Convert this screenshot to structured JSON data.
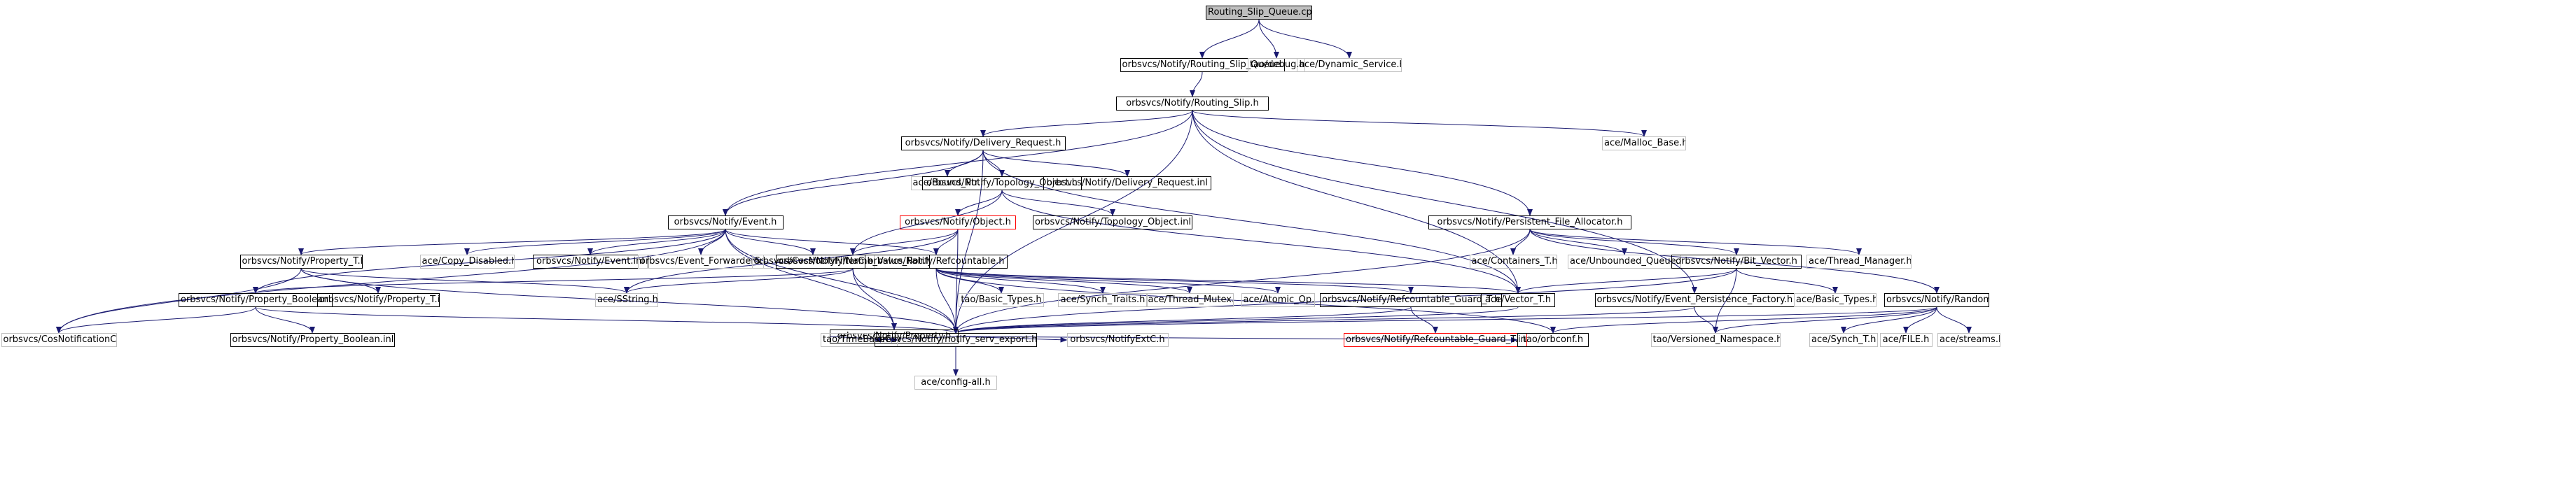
{
  "colors": {
    "edge": "#191970",
    "border_normal": "#000000",
    "border_leaf": "#c0c0c0",
    "border_missing": "#ff0000",
    "root_fill": "#bfbfbf"
  },
  "nodes": [
    {
      "id": "n0",
      "label": "Routing_Slip_Queue.cpp",
      "style": "root"
    },
    {
      "id": "n1",
      "label": "orbsvcs/Notify/Routing_Slip_Queue.h",
      "style": "normal"
    },
    {
      "id": "n2",
      "label": "tao/debug.h",
      "style": "leaf"
    },
    {
      "id": "n3",
      "label": "ace/Dynamic_Service.h",
      "style": "leaf"
    },
    {
      "id": "n4",
      "label": "orbsvcs/Notify/Routing_Slip.h",
      "style": "normal"
    },
    {
      "id": "n5",
      "label": "orbsvcs/Notify/Delivery_Request.h",
      "style": "normal"
    },
    {
      "id": "n6",
      "label": "ace/Malloc_Base.h",
      "style": "leaf"
    },
    {
      "id": "n7",
      "label": "ace/Bound_Ptr.h",
      "style": "leaf"
    },
    {
      "id": "n8",
      "label": "orbsvcs/Notify/Topology_Object.h",
      "style": "normal"
    },
    {
      "id": "n9",
      "label": "orbsvcs/Notify/Delivery_Request.inl",
      "style": "normal"
    },
    {
      "id": "n10",
      "label": "orbsvcs/Notify/Object.h",
      "style": "missing"
    },
    {
      "id": "n11",
      "label": "orbsvcs/Notify/Topology_Object.inl",
      "style": "normal"
    },
    {
      "id": "n12",
      "label": "orbsvcs/Notify/Persistent_File_Allocator.h",
      "style": "normal"
    },
    {
      "id": "n13",
      "label": "orbsvcs/Notify/Event.h",
      "style": "normal"
    },
    {
      "id": "n14",
      "label": "ace/Copy_Disabled.h",
      "style": "leaf"
    },
    {
      "id": "n15",
      "label": "orbsvcs/Notify/Event.inl",
      "style": "normal"
    },
    {
      "id": "n16",
      "label": "orbsvcs/Event_ForwarderS.h",
      "style": "leaf"
    },
    {
      "id": "n17",
      "label": "orbsvcs/CosNotifyFilterC.h",
      "style": "leaf"
    },
    {
      "id": "n18",
      "label": "orbsvcs/Notify/Refcountable.h",
      "style": "normal"
    },
    {
      "id": "n19",
      "label": "ace/Containers_T.h",
      "style": "leaf"
    },
    {
      "id": "n20",
      "label": "ace/Unbounded_Queue.h",
      "style": "leaf"
    },
    {
      "id": "n21",
      "label": "orbsvcs/Notify/Bit_Vector.h",
      "style": "normal"
    },
    {
      "id": "n22",
      "label": "ace/Thread_Manager.h",
      "style": "leaf"
    },
    {
      "id": "n23",
      "label": "orbsvcs/Notify/Property_T.h",
      "style": "normal"
    },
    {
      "id": "n24",
      "label": "orbsvcs/Notify/Name_Value_Pair.h",
      "style": "normal"
    },
    {
      "id": "n25",
      "label": "orbsvcs/Notify/Property_Boolean.h",
      "style": "normal"
    },
    {
      "id": "n26",
      "label": "orbsvcs/Notify/Property_T.inl",
      "style": "normal"
    },
    {
      "id": "n27",
      "label": "ace/SString.h",
      "style": "leaf"
    },
    {
      "id": "n28",
      "label": "tao/Basic_Types.h",
      "style": "leaf"
    },
    {
      "id": "n29",
      "label": "ace/Synch_Traits.h",
      "style": "leaf"
    },
    {
      "id": "n30",
      "label": "ace/Thread_Mutex.h",
      "style": "leaf"
    },
    {
      "id": "n31",
      "label": "ace/Atomic_Op.h",
      "style": "leaf"
    },
    {
      "id": "n32",
      "label": "orbsvcs/Notify/Refcountable_Guard_T.h",
      "style": "normal"
    },
    {
      "id": "n33",
      "label": "ace/Vector_T.h",
      "style": "normal"
    },
    {
      "id": "n34",
      "label": "orbsvcs/Notify/Event_Persistence_Factory.h",
      "style": "normal"
    },
    {
      "id": "n35",
      "label": "ace/Basic_Types.h",
      "style": "leaf"
    },
    {
      "id": "n36",
      "label": "orbsvcs/Notify/Random_File.h",
      "style": "normal"
    },
    {
      "id": "n37",
      "label": "orbsvcs/Notify/Property.h",
      "style": "normal"
    },
    {
      "id": "n38",
      "label": "orbsvcs/CosNotificationC.h",
      "style": "leaf"
    },
    {
      "id": "n39",
      "label": "orbsvcs/Notify/Property_Boolean.inl",
      "style": "normal"
    },
    {
      "id": "n40",
      "label": "tao/TimeBaseC.h",
      "style": "leaf"
    },
    {
      "id": "n41",
      "label": "orbsvcs/Notify/notify_serv_export.h",
      "style": "normal"
    },
    {
      "id": "n42",
      "label": "orbsvcs/NotifyExtC.h",
      "style": "leaf"
    },
    {
      "id": "n43",
      "label": "orbsvcs/Notify/Refcountable_Guard_T.inl",
      "style": "missing"
    },
    {
      "id": "n44",
      "label": "tao/orbconf.h",
      "style": "normal"
    },
    {
      "id": "n45",
      "label": "tao/Versioned_Namespace.h",
      "style": "leaf"
    },
    {
      "id": "n46",
      "label": "ace/Synch_T.h",
      "style": "leaf"
    },
    {
      "id": "n47",
      "label": "ace/FILE.h",
      "style": "leaf"
    },
    {
      "id": "n48",
      "label": "ace/streams.h",
      "style": "leaf"
    },
    {
      "id": "n49",
      "label": "ace/config-all.h",
      "style": "leaf"
    }
  ],
  "edges": [
    [
      "n0",
      "n1"
    ],
    [
      "n0",
      "n2"
    ],
    [
      "n0",
      "n3"
    ],
    [
      "n1",
      "n4"
    ],
    [
      "n4",
      "n5"
    ],
    [
      "n4",
      "n6"
    ],
    [
      "n4",
      "n12"
    ],
    [
      "n4",
      "n13"
    ],
    [
      "n4",
      "n33"
    ],
    [
      "n4",
      "n34"
    ],
    [
      "n4",
      "n41"
    ],
    [
      "n5",
      "n7"
    ],
    [
      "n5",
      "n8"
    ],
    [
      "n5",
      "n9"
    ],
    [
      "n5",
      "n13"
    ],
    [
      "n5",
      "n33"
    ],
    [
      "n5",
      "n41"
    ],
    [
      "n8",
      "n10"
    ],
    [
      "n8",
      "n11"
    ],
    [
      "n8",
      "n24"
    ],
    [
      "n8",
      "n33"
    ],
    [
      "n10",
      "n18"
    ],
    [
      "n10",
      "n24"
    ],
    [
      "n10",
      "n27"
    ],
    [
      "n10",
      "n41"
    ],
    [
      "n13",
      "n14"
    ],
    [
      "n13",
      "n15"
    ],
    [
      "n13",
      "n16"
    ],
    [
      "n13",
      "n17"
    ],
    [
      "n13",
      "n18"
    ],
    [
      "n13",
      "n23"
    ],
    [
      "n13",
      "n25"
    ],
    [
      "n13",
      "n37"
    ],
    [
      "n13",
      "n38"
    ],
    [
      "n13",
      "n41"
    ],
    [
      "n18",
      "n28"
    ],
    [
      "n18",
      "n29"
    ],
    [
      "n18",
      "n30"
    ],
    [
      "n18",
      "n31"
    ],
    [
      "n18",
      "n32"
    ],
    [
      "n18",
      "n33"
    ],
    [
      "n18",
      "n41"
    ],
    [
      "n18",
      "n44"
    ],
    [
      "n12",
      "n19"
    ],
    [
      "n12",
      "n20"
    ],
    [
      "n12",
      "n21"
    ],
    [
      "n12",
      "n22"
    ],
    [
      "n12",
      "n36"
    ],
    [
      "n12",
      "n41"
    ],
    [
      "n21",
      "n33"
    ],
    [
      "n21",
      "n35"
    ],
    [
      "n21",
      "n41"
    ],
    [
      "n21",
      "n45"
    ],
    [
      "n23",
      "n26"
    ],
    [
      "n23",
      "n27"
    ],
    [
      "n23",
      "n38"
    ],
    [
      "n23",
      "n41"
    ],
    [
      "n24",
      "n25"
    ],
    [
      "n24",
      "n27"
    ],
    [
      "n24",
      "n37"
    ],
    [
      "n24",
      "n41"
    ],
    [
      "n25",
      "n38"
    ],
    [
      "n25",
      "n39"
    ],
    [
      "n25",
      "n41"
    ],
    [
      "n32",
      "n41"
    ],
    [
      "n32",
      "n43"
    ],
    [
      "n33",
      "n41"
    ],
    [
      "n34",
      "n41"
    ],
    [
      "n34",
      "n45"
    ],
    [
      "n36",
      "n41"
    ],
    [
      "n36",
      "n44"
    ],
    [
      "n36",
      "n45"
    ],
    [
      "n36",
      "n46"
    ],
    [
      "n36",
      "n47"
    ],
    [
      "n36",
      "n48"
    ],
    [
      "n37",
      "n40"
    ],
    [
      "n37",
      "n41"
    ],
    [
      "n37",
      "n42"
    ],
    [
      "n37",
      "n44"
    ],
    [
      "n41",
      "n49"
    ]
  ]
}
